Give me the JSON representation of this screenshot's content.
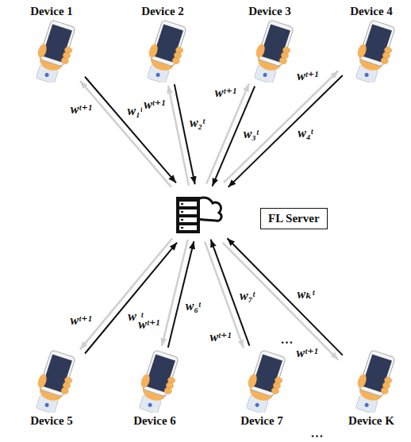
{
  "diagram": {
    "nodes": [
      {
        "text": [
          "Device 1"
        ]
      },
      {
        "text": [
          "Device 2"
        ]
      },
      {
        "text": [
          "Device 3"
        ]
      },
      {
        "text": [
          "Device 4"
        ]
      },
      {
        "text": [
          "FL Server"
        ]
      },
      {
        "text": [
          "Device 5"
        ]
      },
      {
        "text": [
          "Device 6"
        ]
      },
      {
        "text": [
          "Device 7"
        ]
      },
      {
        "text": [
          "Device K"
        ]
      }
    ],
    "edges": [
      {
        "from": 0,
        "to": 4,
        "label": "w₁ᵗ",
        "arrow": "to"
      },
      {
        "from": 4,
        "to": 0,
        "label": "wᵗ⁺¹",
        "arrow": "to"
      },
      {
        "from": 1,
        "to": 4,
        "label": "w₂ᵗ",
        "arrow": "to"
      },
      {
        "from": 4,
        "to": 1,
        "label": "wᵗ⁺¹",
        "arrow": "to"
      },
      {
        "from": 2,
        "to": 4,
        "label": "w₃ᵗ",
        "arrow": "to"
      },
      {
        "from": 4,
        "to": 2,
        "label": "wᵗ⁺¹",
        "arrow": "to"
      },
      {
        "from": 3,
        "to": 4,
        "label": "w₄ᵗ",
        "arrow": "to"
      },
      {
        "from": 4,
        "to": 3,
        "label": "wᵗ⁺¹",
        "arrow": "to"
      },
      {
        "from": 5,
        "to": 4,
        "label": "w₅ᵗ",
        "arrow": "to"
      },
      {
        "from": 4,
        "to": 5,
        "label": "wᵗ⁺¹",
        "arrow": "to"
      },
      {
        "from": 6,
        "to": 4,
        "label": "w₆ᵗ",
        "arrow": "to"
      },
      {
        "from": 4,
        "to": 6,
        "label": "wᵗ⁺¹",
        "arrow": "to"
      },
      {
        "from": 7,
        "to": 4,
        "label": "w₇ᵗ",
        "arrow": "to"
      },
      {
        "from": 4,
        "to": 7,
        "label": "wᵗ⁺¹",
        "arrow": "to"
      },
      {
        "from": 8,
        "to": 4,
        "label": "wₖᵗ",
        "arrow": "to"
      },
      {
        "from": 4,
        "to": 8,
        "label": "wᵗ⁺¹",
        "arrow": "to"
      }
    ],
    "labels": [
      "…",
      "…"
    ]
  }
}
